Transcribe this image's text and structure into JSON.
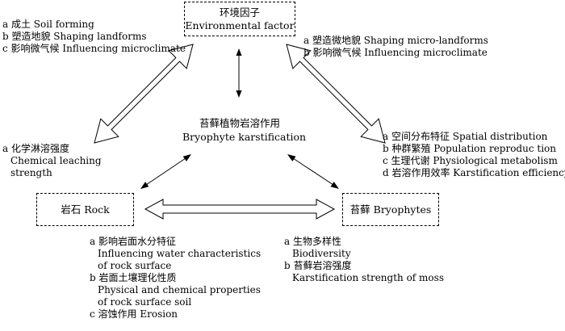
{
  "nodes": {
    "env": {
      "line1": "环境因子",
      "line2": "Environmental factor"
    },
    "rock": {
      "label": "岩石 Rock"
    },
    "moss": {
      "label": "苔藓 Bryophytes"
    },
    "center": {
      "line1": "苔藓植物岩溶作用",
      "line2": "Bryophyte karstification"
    }
  },
  "env_to_rock": [
    "a 成土 Soil forming",
    "b 塑造地貌 Shaping landforms",
    "c 影响微气候 Influencing microclimate"
  ],
  "env_to_moss": [
    "a 塑造微地貌 Shaping micro-landforms",
    "b 影响微气候 Influencing microclimate"
  ],
  "rock_to_env": [
    "a 化学淋溶强度",
    "Chemical leaching",
    "strength"
  ],
  "moss_to_env": [
    "a 空间分布特征 Spatial distribution",
    "b 种群繁殖 Population reproduc tion",
    "c 生理代谢 Physiological metabolism",
    "d 岩溶作用效率 Karstification efficiency"
  ],
  "rock_to_moss": [
    "a 影响岩面水分特征",
    "Influencing water characteristics",
    "of rock surface",
    "b 岩面土壤理化性质",
    "Physical and chemical properties",
    "of rock surface soil",
    "c 溶蚀作用 Erosion"
  ],
  "moss_to_rock": [
    "a 生物多样性",
    "Biodiversity",
    "b 苔藓岩溶强度",
    "Karstification strength of moss"
  ]
}
